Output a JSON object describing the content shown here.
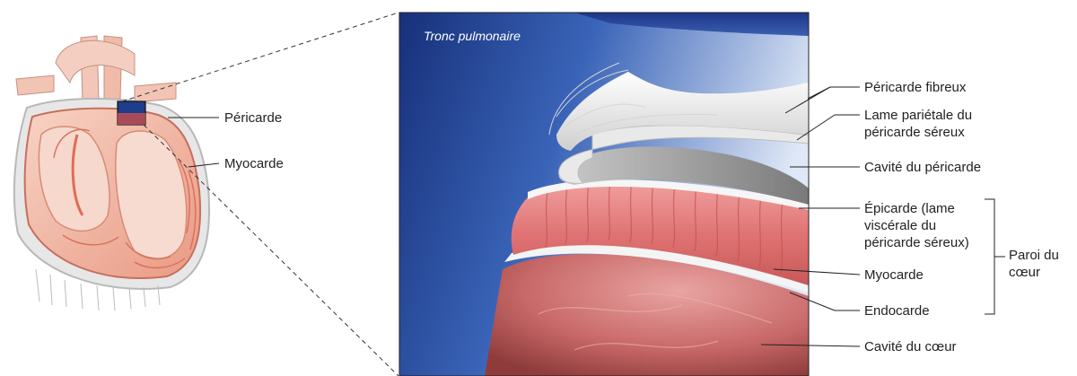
{
  "labels": {
    "tronc_pulmonaire": "Tronc pulmonaire",
    "pericarde": "Péricarde",
    "myocarde_small": "Myocarde",
    "pericarde_fibreux": "Péricarde fibreux",
    "lame_parietale": "Lame pariétale du péricarde séreux",
    "cavite_pericarde": "Cavité du péricarde",
    "epicarde": "Épicarde (lame viscérale du péricarde séreux)",
    "myocarde": "Myocarde",
    "endocarde": "Endocarde",
    "paroi_coeur": "Paroi du cœur",
    "cavite_coeur": "Cavité du cœur"
  },
  "colors": {
    "pericardium_blue": "#1f3f8f",
    "myocardium_red": "#d85f5f",
    "heart_wall_pink": "#f0a894",
    "cavity_deep_red": "#b04a4a",
    "fibrous_white": "#f3f3f3"
  }
}
